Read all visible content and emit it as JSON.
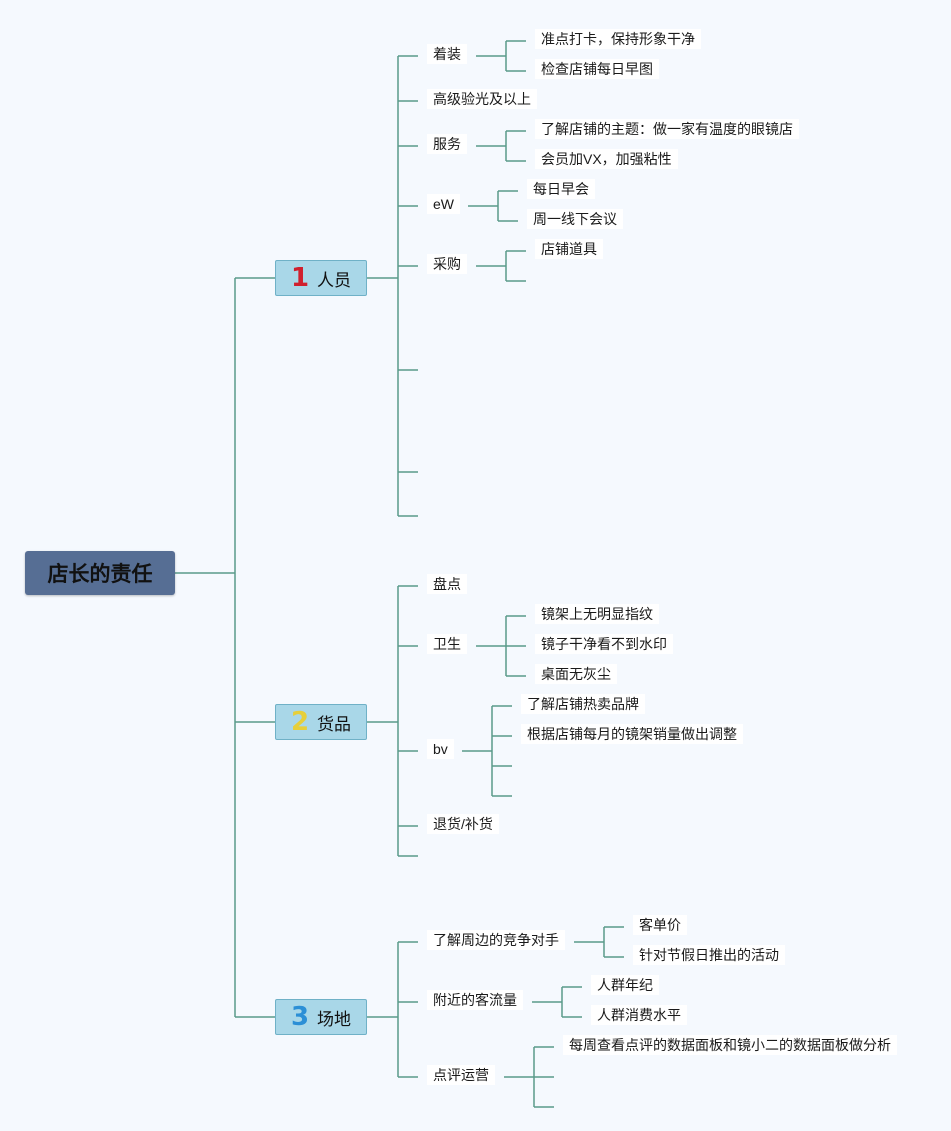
{
  "root": "店长的责任",
  "branches": [
    {
      "num": "1",
      "num_color": "#d0202e",
      "label": "人员",
      "children": [
        {
          "label": "着装",
          "children": [
            "准点打卡，保持形象干净",
            "检查店铺每日早图"
          ]
        },
        {
          "label": "高级验光及以上",
          "children": []
        },
        {
          "label": "服务",
          "children": [
            "了解店铺的主题：做一家有温度的眼镜店",
            "会员加VX，加强粘性"
          ]
        },
        {
          "label": "eW",
          "children": [
            "每日早会",
            "周一线下会议"
          ]
        },
        {
          "label": "采购",
          "children": [
            "店铺道具",
            ""
          ]
        },
        {
          "label": "",
          "children": []
        },
        {
          "label": "",
          "children": []
        },
        {
          "label": "",
          "children": []
        }
      ]
    },
    {
      "num": "2",
      "num_color": "#e6cf3a",
      "label": "货品",
      "children": [
        {
          "label": "盘点",
          "children": []
        },
        {
          "label": "卫生",
          "children": [
            "镜架上无明显指纹",
            "镜子干净看不到水印",
            "桌面无灰尘"
          ]
        },
        {
          "label": "bv",
          "children": [
            "了解店铺热卖品牌",
            "根据店铺每月的镜架销量做出调整",
            "",
            ""
          ]
        },
        {
          "label": "退货/补货",
          "children": []
        },
        {
          "label": "",
          "children": []
        }
      ]
    },
    {
      "num": "3",
      "num_color": "#2c8fd6",
      "label": "场地",
      "children": [
        {
          "label": "了解周边的竞争对手",
          "children": [
            "客单价",
            "针对节假日推出的活动"
          ]
        },
        {
          "label": "附近的客流量",
          "children": [
            "人群年纪",
            "人群消费水平"
          ]
        },
        {
          "label": "点评运营",
          "children": [
            "每周查看点评的数据面板和镜小二的数据面板做分析",
            "",
            ""
          ]
        }
      ]
    }
  ]
}
